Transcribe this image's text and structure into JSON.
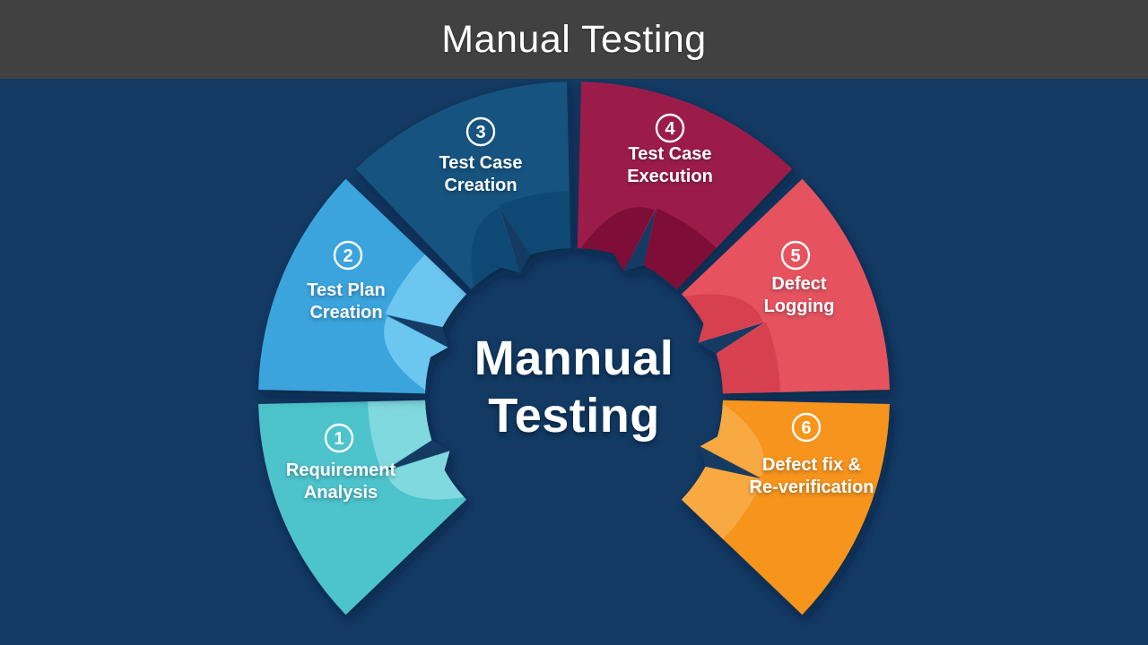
{
  "canvas": {
    "bg": "#123A63"
  },
  "header": {
    "title": "Manual Testing",
    "bg": "#414141",
    "text_color": "#FFFFFF"
  },
  "center": {
    "line1": "Mannual",
    "line2": "Testing",
    "text_color": "#FFFFFF"
  },
  "diagram": {
    "type": "circular-process",
    "open_side": "bottom",
    "flow_order": "clockwise",
    "segments": [
      {
        "id": "requirement-analysis",
        "num": "1",
        "label_lines": [
          "Requirement",
          "Analysis"
        ],
        "color_main": "#4EC3CC",
        "color_band": "#7FD9DE",
        "start_angle": 135,
        "end_angle": 180
      },
      {
        "id": "test-plan-creation",
        "num": "2",
        "label_lines": [
          "Test Plan",
          "Creation"
        ],
        "color_main": "#3BA4DC",
        "color_band": "#6CC7F0",
        "start_angle": 180,
        "end_angle": 225
      },
      {
        "id": "test-case-creation",
        "num": "3",
        "label_lines": [
          "Test Case",
          "Creation"
        ],
        "color_main": "#17537E",
        "color_band": "#114A73",
        "start_angle": 225,
        "end_angle": 270
      },
      {
        "id": "test-case-execution",
        "num": "4",
        "label_lines": [
          "Test Case",
          "Execution"
        ],
        "color_main": "#9C1C4A",
        "color_band": "#7E1139",
        "start_angle": 270,
        "end_angle": 315
      },
      {
        "id": "defect-logging",
        "num": "5",
        "label_lines": [
          "Defect",
          "Logging"
        ],
        "color_main": "#E6535F",
        "color_band": "#D6404F",
        "start_angle": 315,
        "end_angle": 360
      },
      {
        "id": "defect-fix-re-verification",
        "num": "6",
        "label_lines": [
          "Defect fix &",
          "Re-verification"
        ],
        "color_main": "#F7941E",
        "color_band": "#F9A943",
        "start_angle": 360,
        "end_angle": 405
      }
    ]
  }
}
